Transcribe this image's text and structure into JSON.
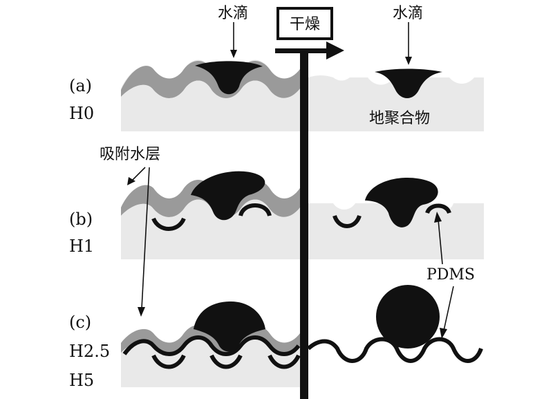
{
  "labels": {
    "water_drop_left": "水滴",
    "water_drop_right": "水滴",
    "dry_box": "干燥",
    "geopolymer": "地聚合物",
    "adsorbed_water": "吸附水层",
    "pdms": "PDMS",
    "panel_a": "(a)",
    "panel_b": "(b)",
    "panel_c": "(c)",
    "sample_h0": "H0",
    "sample_h1": "H1",
    "sample_h25": "H2.5",
    "sample_h5": "H5"
  },
  "colors": {
    "substrate": "#e9e9e9",
    "water_layer": "#9a9a9a",
    "black": "#111111"
  }
}
